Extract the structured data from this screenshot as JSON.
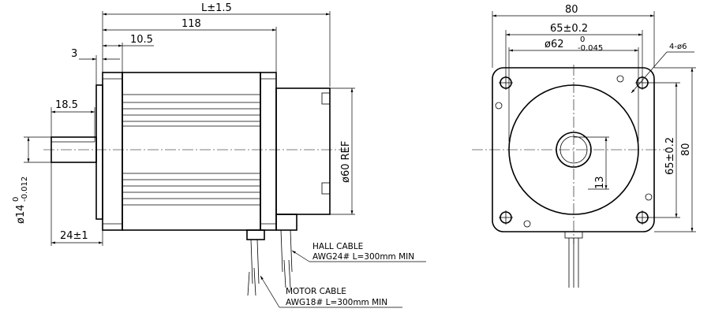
{
  "side_view": {
    "dim_overall_length": "L±1.5",
    "dim_body_length": "118",
    "dim_flange_width": "10.5",
    "dim_pilot_depth": "3",
    "dim_key_length": "18.5",
    "dim_shaft_extension": "24±1",
    "dim_shaft_diameter_main": "ø14",
    "dim_shaft_diameter_tol_upper": "0",
    "dim_shaft_diameter_tol_lower": "-0.012",
    "dim_rear_cover": "ø60 REF"
  },
  "front_view": {
    "dim_flange_size": "80",
    "dim_bolt_circle": "65±0.2",
    "dim_pilot_main": "ø62",
    "dim_pilot_tol_upper": "0",
    "dim_pilot_tol_lower": "-0.045",
    "dim_holes": "4-ø6",
    "dim_vertical_bolt": "65±0.2",
    "dim_vertical_size": "80",
    "dim_shaft_flat": "13"
  },
  "cables": {
    "hall_title": "HALL CABLE",
    "hall_spec": "AWG24# L=300mm MIN",
    "motor_title": "MOTOR CABLE",
    "motor_spec": "AWG18# L=300mm MIN"
  }
}
